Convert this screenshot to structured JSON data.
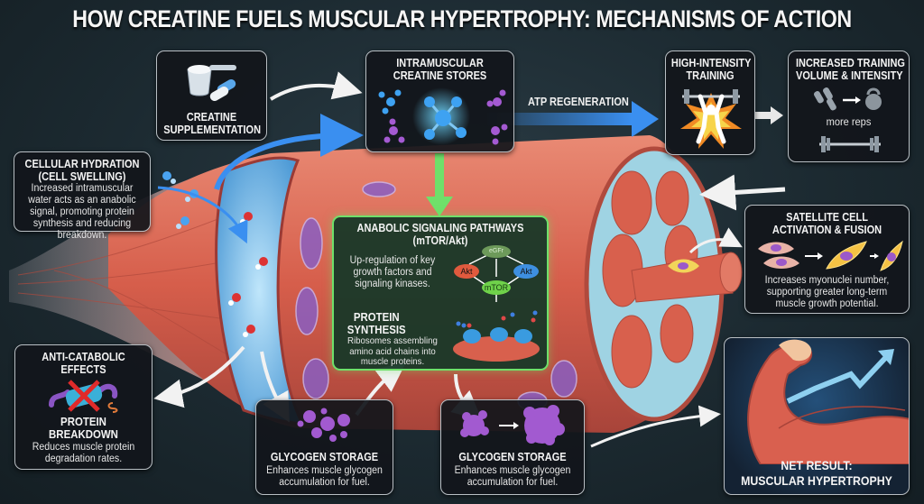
{
  "title": "HOW CREATINE FUELS MUSCULAR HYPERTROPHY: MECHANISMS OF ACTION",
  "colors": {
    "background": "#1c2a31",
    "box_border": "#b9bfc4",
    "signaling_border": "#6fe06a",
    "atp_arrow": "#3a8ff0",
    "muscle": "#d9604f",
    "water": "#7cc3ef",
    "glycogen": "#a25ad0"
  },
  "boxes": {
    "supplementation": {
      "title_line1": "CREATINE",
      "title_line2": "SUPPLEMENTATION",
      "icon": "powder-scoop-and-capsules-icon"
    },
    "creatine_stores": {
      "title_line1": "INTRAMUSCULAR",
      "title_line2": "CREATINE STORES",
      "icon": "molecule-icon"
    },
    "atp_label": "ATP REGENERATION",
    "high_intensity": {
      "title_line1": "HIGH-INTENSITY",
      "title_line2": "TRAINING",
      "icon": "weightlifter-icon"
    },
    "training_volume": {
      "title_line1": "INCREASED TRAINING",
      "title_line2": "VOLUME & INTENSITY",
      "caption": "more reps",
      "icon": "dumbbell-kettlebell-icon"
    },
    "hydration": {
      "title_line1": "CELLULAR HYDRATION",
      "title_line2": "(CELL SWELLING)",
      "body": [
        "Increased intramuscular",
        "water acts as an anabolic",
        "signal, promoting protein",
        "synthesis and reducing",
        "breakdown."
      ]
    },
    "signaling": {
      "title_line1": "ANABOLIC SIGNALING PATHWAYS",
      "title_line2": "(mTOR/Akt)",
      "body": [
        "Up-regulation of key",
        "growth factors and",
        "signaling kinases."
      ],
      "nodes": {
        "top": "eGFr",
        "left": "Akt",
        "right": "Akt",
        "center": "mTOR"
      },
      "protein_title_line1": "PROTEIN",
      "protein_title_line2": "SYNTHESIS",
      "protein_body": [
        "Ribosomes assembling",
        "amino acid chains into",
        "muscle proteins."
      ]
    },
    "satellite": {
      "title_line1": "SATELLITE CELL",
      "title_line2": "ACTIVATION & FUSION",
      "body": [
        "Increases myonuclei number,",
        "supporting greater long-term",
        "muscle growth potential."
      ]
    },
    "anticatabolic": {
      "title_line1": "ANTI-CATABOLIC",
      "title_line2": "EFFECTS",
      "sub_line1": "PROTEIN",
      "sub_line2": "BREAKDOWN",
      "body": [
        "Reduces muscle protein",
        "degradation rates."
      ]
    },
    "glycogen_1": {
      "title": "GLYCOGEN STORAGE",
      "body": [
        "Enhances muscle glycogen",
        "accumulation for fuel."
      ]
    },
    "glycogen_2": {
      "title": "GLYCOGEN STORAGE",
      "body": [
        "Enhances muscle glycogen",
        "accumulation for fuel."
      ]
    },
    "net_result": {
      "title_line1": "NET RESULT:",
      "title_line2": "MUSCULAR HYPERTROPHY",
      "icon": "flexed-arm-growth-icon"
    }
  }
}
